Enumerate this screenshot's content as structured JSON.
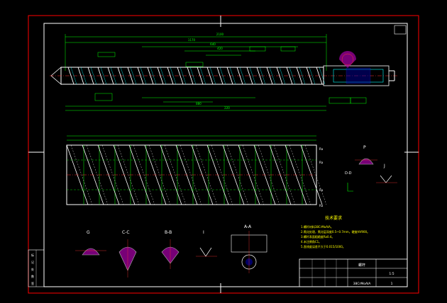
{
  "drawing": {
    "background": "#000000",
    "colors": {
      "frame": "#ff0000",
      "dimension": "#00ff00",
      "outline": "#ffffff",
      "hatch": "#ff00ff",
      "note": "#ffff00",
      "center": "#ff3333",
      "flight": "#00ffff"
    },
    "top_dims": {
      "overall": "2100",
      "d1": "1170",
      "d2": "640",
      "d3": "420",
      "d4": "880",
      "d5": "220"
    },
    "section_labels": {
      "p_view": "P",
      "d_view": "D-D",
      "j_view": "J",
      "g_view": "G",
      "c_view": "C-C",
      "b_view": "B-B",
      "i_view": "I",
      "a_view": "A-A"
    },
    "right_labels": [
      "Ra",
      "Ra",
      "Ra",
      "Ra"
    ],
    "tech_title": "技术要求",
    "tech_notes": [
      "1.螺杆材料38CrMoAlA。",
      "2.氮化处理，氮化层深度0.5~0.7mm，硬度HV900。",
      "3.螺杆表面粗糙度Ra0.4。",
      "4.未注倒角C1。",
      "5.直线度误差不大于0.015/1000。"
    ],
    "title_block": {
      "name": "螺杆",
      "material": "38CrMoAlA",
      "scale": "1:5",
      "sheet": "1"
    },
    "left_block": [
      "标",
      "记",
      "处",
      "数",
      "签"
    ]
  }
}
